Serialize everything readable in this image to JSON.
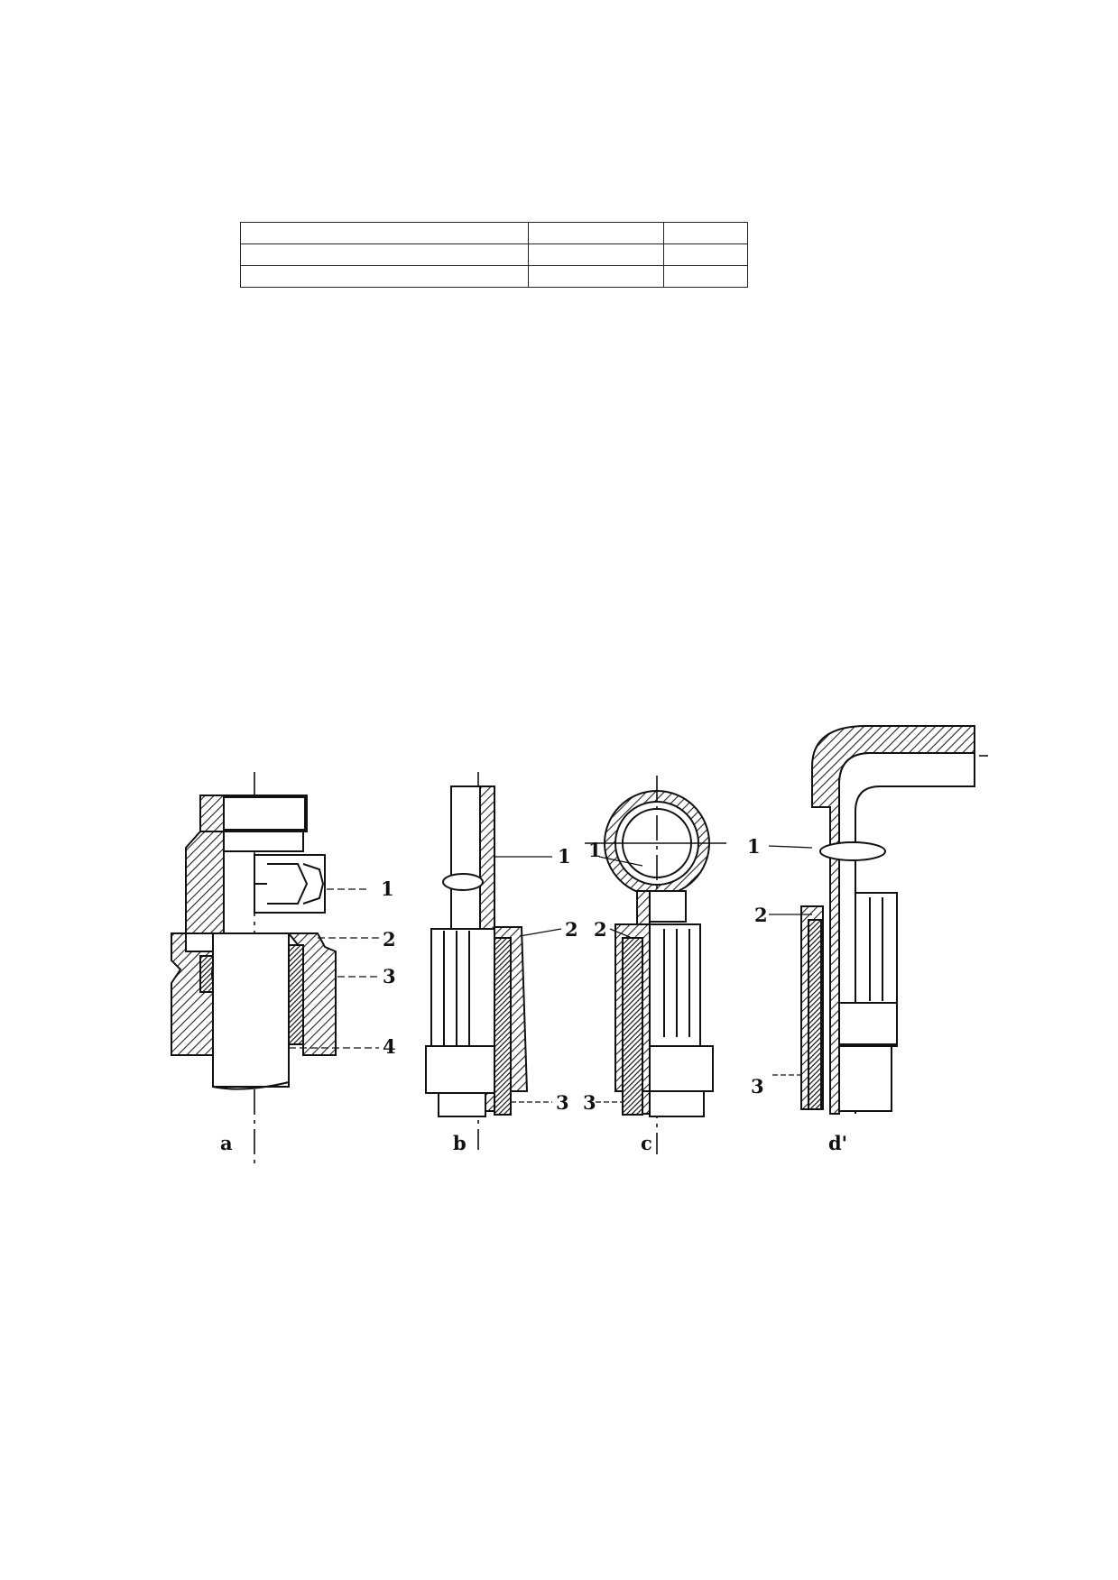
{
  "table": {
    "rows": [
      [
        "",
        "",
        ""
      ],
      [
        "",
        "",
        ""
      ],
      [
        "",
        "",
        ""
      ]
    ]
  },
  "figure": {
    "panel_labels": [
      "a",
      "b",
      "c",
      "d'"
    ],
    "callouts_a": [
      "1",
      "2",
      "3",
      "4"
    ],
    "callouts_b": [
      "1",
      "2",
      "3"
    ],
    "callouts_c": [
      "1",
      "2",
      "3"
    ],
    "callouts_d": [
      "1",
      "2",
      "3"
    ]
  }
}
